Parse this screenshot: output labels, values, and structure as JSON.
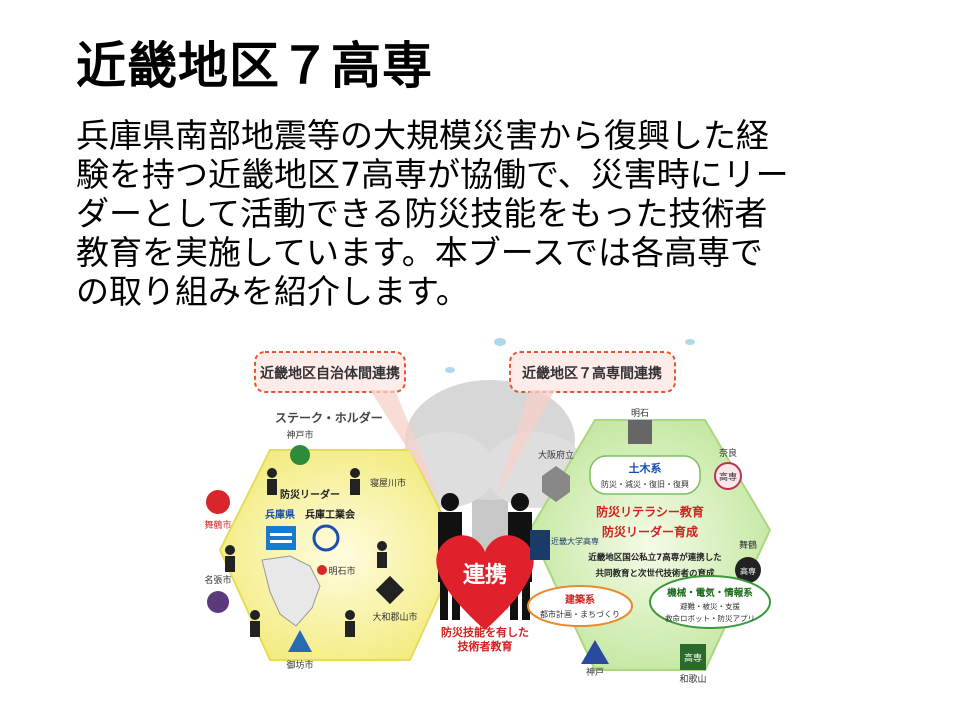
{
  "slide": {
    "title": "近畿地区７高専",
    "body_lines": [
      "兵庫県南部地震等の大規模災害から復興した経",
      "験を持つ近畿地区7高専が協働で、災害時にリー",
      "ダーとして活動できる防災技能をもった技術者",
      "教育を実施しています。本ブースでは各高専で",
      "の取り組みを紹介します。"
    ]
  },
  "diagram": {
    "callout_left": "近畿地区自治体間連携",
    "callout_right": "近畿地区７高専間連携",
    "stakeholder_label": "ステーク・ホルダー",
    "municipalities": {
      "kobe": "神戸市",
      "maizuru": "舞鶴市",
      "nabari": "名張市",
      "neyagawa": "寝屋川市",
      "akashi": "明石市",
      "yamatokoriyama": "大和郡山市",
      "gobo": "御坊市"
    },
    "center_left": {
      "leader": "防災リーダー",
      "hyogo_pref": "兵庫県",
      "hyogo_industry": "兵庫工業会"
    },
    "heart_label": "連携",
    "bottom_caption_1": "防災技能を有した",
    "bottom_caption_2": "技術者教育",
    "colleges": {
      "akashi": "明石",
      "osaka": "大阪府立",
      "nara": "奈良",
      "kindai": "近畿大学高専",
      "maizuru": "舞鶴",
      "kobe": "神戸",
      "wakayama": "和歌山"
    },
    "college_seal_chars": {
      "nara": "高専",
      "maizuru": "高専",
      "wakayama": "高専"
    },
    "civil": {
      "title": "土木系",
      "sub": "防災・減災・復旧・復興"
    },
    "literacy": "防災リテラシー教育",
    "leader_training": "防災リーダー育成",
    "joint_1": "近畿地区国公私立7高専が連携した",
    "joint_2": "共同教育と次世代技術者の育成",
    "architecture": {
      "title": "建築系",
      "sub": "都市計画・まちづくり"
    },
    "mech": {
      "title": "機械・電気・情報系",
      "sub1": "避難・被災・支援",
      "sub2": "救命ロボット・防災アプリ"
    }
  },
  "colors": {
    "heart": "#e0202a",
    "callout_border": "#e8542c",
    "callout_fill": "#fdecea",
    "left_hex": "#f7f3a6",
    "right_hex": "#d9f2b8",
    "civil_text": "#1a4fb0",
    "literacy_text": "#d42020",
    "arch_border": "#e98a2c",
    "mech_border": "#3a9a3a"
  }
}
